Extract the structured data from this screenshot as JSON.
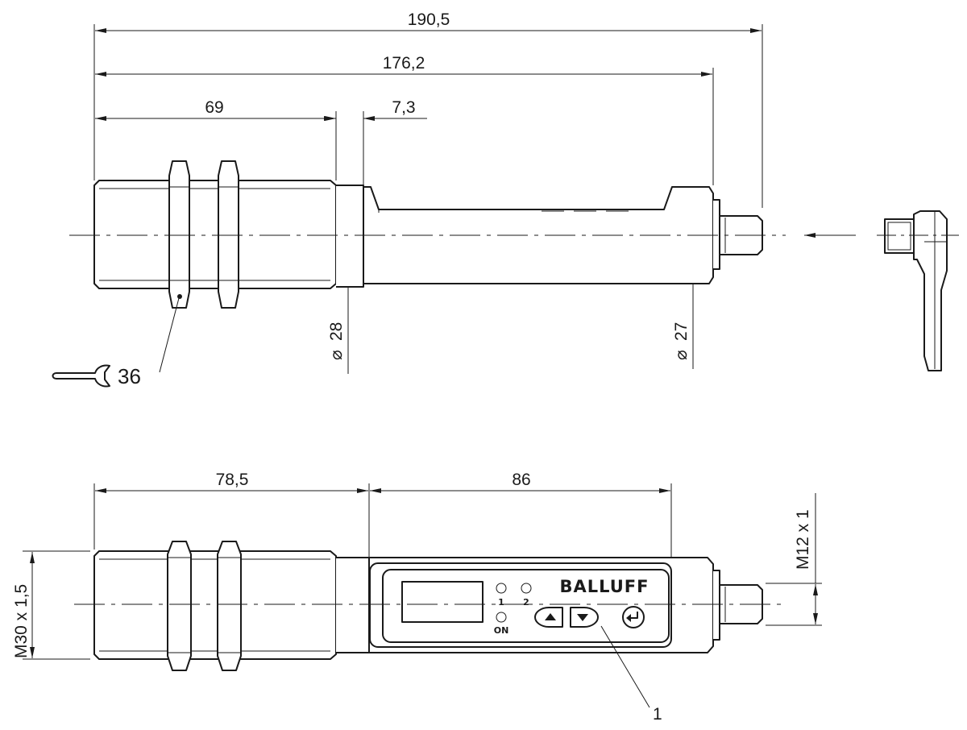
{
  "top_view": {
    "dimensions": {
      "overall_length": "190,5",
      "body_length": "176,2",
      "thread_length": "69",
      "collar_length": "7,3",
      "thread_diameter": "28",
      "body_diameter": "27"
    },
    "diameter_symbol": "⌀",
    "wrench_size": "36"
  },
  "bottom_view": {
    "dimensions": {
      "thread_section": "78,5",
      "housing_section": "86",
      "thread_spec": "M30 x 1,5",
      "connector_spec": "M12 x 1"
    },
    "brand_label": "BALLUFF",
    "led_labels": [
      "1",
      "2",
      "ON"
    ],
    "item_callout": "1"
  }
}
